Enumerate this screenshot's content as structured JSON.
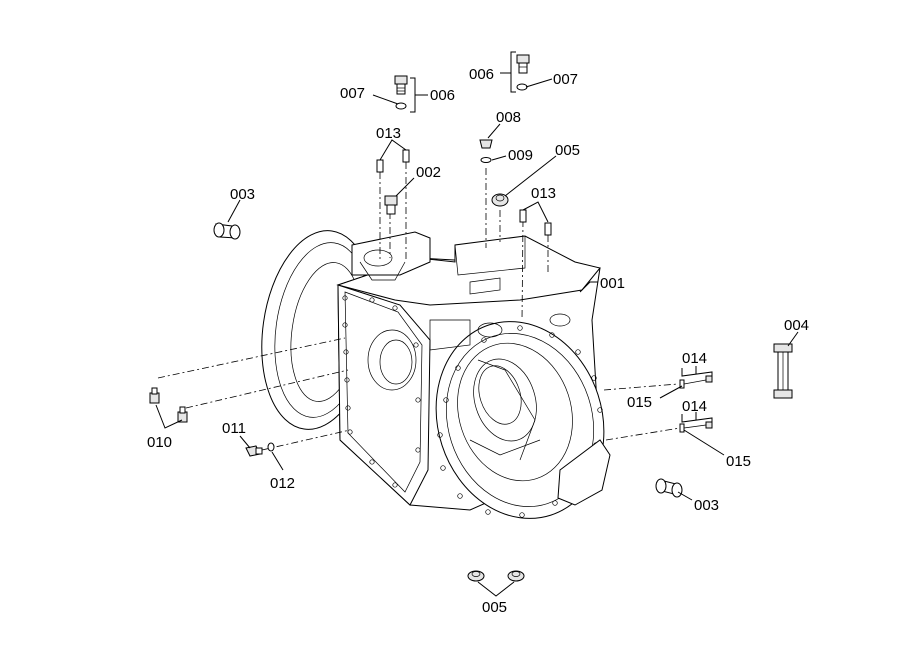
{
  "callouts": {
    "c001": "001",
    "c002": "002",
    "c003a": "003",
    "c003b": "003",
    "c004": "004",
    "c005a": "005",
    "c005b": "005",
    "c006a": "006",
    "c006b": "006",
    "c007a": "007",
    "c007b": "007",
    "c008": "008",
    "c009": "009",
    "c010": "010",
    "c011": "011",
    "c012": "012",
    "c013a": "013",
    "c013b": "013",
    "c014a": "014",
    "c014b": "014",
    "c015a": "015",
    "c015b": "015"
  }
}
